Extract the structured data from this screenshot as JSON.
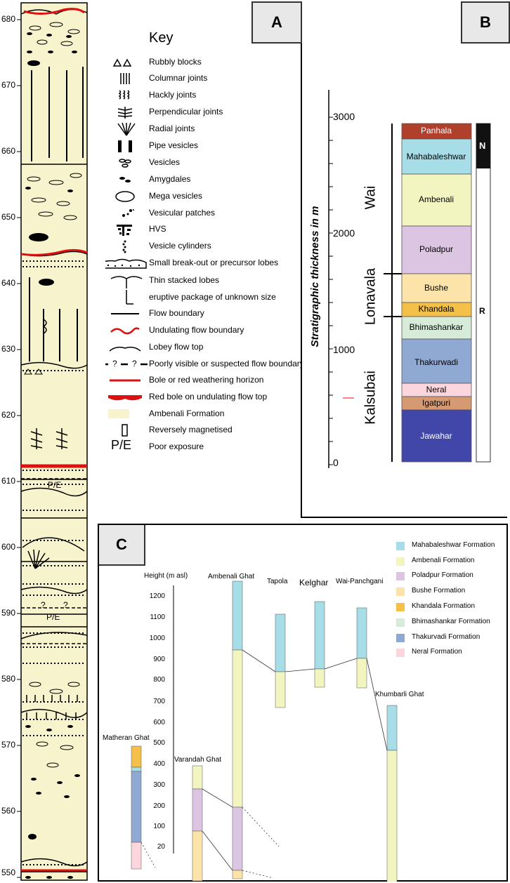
{
  "panels": {
    "a": "A",
    "b": "B",
    "c": "C"
  },
  "colors": {
    "ambenali_bg": "#f7f3cc",
    "red": "#dd1111",
    "mahabaleshwar": "#a6dde6",
    "ambenali": "#f3f5c0",
    "poladpur": "#dcc5e2",
    "bushe": "#fbe3aa",
    "khandala": "#f5c04a",
    "bhimashankar": "#d6ecd9",
    "thakurwadi": "#90a9d2",
    "neral": "#fbd6dc",
    "igatpuri": "#d69a72",
    "jawahar": "#4147a8",
    "panhala": "#b0402c"
  },
  "column": {
    "ticks": [
      "680",
      "670",
      "660",
      "650",
      "640",
      "630",
      "620",
      "610",
      "600",
      "590",
      "580",
      "570",
      "560",
      "550"
    ],
    "pe_labels": [
      "P/E",
      "P/E"
    ],
    "q_labels": [
      "?",
      "?"
    ]
  },
  "key": {
    "title": "Key",
    "items": [
      {
        "symbol": "triangle-icon",
        "label": "Rubbly blocks"
      },
      {
        "symbol": "columnar-icon",
        "label": "Columnar joints"
      },
      {
        "symbol": "hackly-icon",
        "label": "Hackly joints"
      },
      {
        "symbol": "perpendicular-icon",
        "label": "Perpendicular joints"
      },
      {
        "symbol": "radial-icon",
        "label": "Radial joints"
      },
      {
        "symbol": "pipe-icon",
        "label": "Pipe vesicles"
      },
      {
        "symbol": "vesicle-icon",
        "label": "Vesicles"
      },
      {
        "symbol": "amygdale-icon",
        "label": "Amygdales"
      },
      {
        "symbol": "mega-vesicle-icon",
        "label": "Mega vesicles"
      },
      {
        "symbol": "vesicular-patch-icon",
        "label": "Vesicular patches"
      },
      {
        "symbol": "hvs-icon",
        "label": "HVS"
      },
      {
        "symbol": "vesicle-cylinder-icon",
        "label": "Vesicle cylinders"
      },
      {
        "symbol": "breakout-icon",
        "label": "Small break-out or precursor lobes"
      },
      {
        "symbol": "thin-lobes-icon",
        "label": "Thin stacked lobes"
      },
      {
        "symbol": "eruptive-icon",
        "label": "eruptive package of unknown size"
      },
      {
        "symbol": "flow-boundary-icon",
        "label": "Flow boundary"
      },
      {
        "symbol": "undulating-icon",
        "label": "Undulating flow boundary"
      },
      {
        "symbol": "lobey-icon",
        "label": "Lobey flow top"
      },
      {
        "symbol": "dashed-boundary-icon",
        "label": "Poorly visible or suspected flow boundary"
      },
      {
        "symbol": "bole-icon",
        "label": "Bole or red weathering horizon"
      },
      {
        "symbol": "red-bole-icon",
        "label": "Red bole on undulating flow top"
      },
      {
        "symbol": "ambenali-swatch-icon",
        "label": "Ambenali Formation"
      },
      {
        "symbol": "reverse-mag-icon",
        "label": "Reversely magnetised"
      },
      {
        "symbol": "pe-icon",
        "label": "Poor exposure"
      }
    ],
    "dashed_q": "?",
    "pe_text": "P/E"
  },
  "panel_b": {
    "y_label": "Stratigraphic thickness in m",
    "ticks": [
      "3000",
      "2000",
      "1000",
      "0"
    ],
    "subgroups": [
      "Wai",
      "Lonavala",
      "Kalsubai"
    ],
    "formations": [
      "Panhala",
      "Mahabaleshwar",
      "Ambenali",
      "Poladpur",
      "Bushe",
      "Khandala",
      "Bhimashankar",
      "Thakurwadi",
      "Neral",
      "Igatpuri",
      "Jawahar"
    ],
    "polarity": [
      "N",
      "R"
    ]
  },
  "panel_c": {
    "y_title": "Height (m asl)",
    "y_ticks": [
      "1200",
      "1100",
      "1000",
      "900",
      "800",
      "700",
      "600",
      "500",
      "400",
      "300",
      "200",
      "100",
      "20"
    ],
    "sites": [
      "Matheran Ghat",
      "Varandah Ghat",
      "Ambenali Ghat",
      "Tapola",
      "Kelghar",
      "Wai-Panchgani",
      "Khumbarli Ghat"
    ],
    "legend": [
      "Mahabaleshwar Formation",
      "Ambenali Formation",
      "Poladpur Formation",
      "Bushe Formation",
      "Khandala Formation",
      "Bhimashankar Formation",
      "Thakurvadi Formation",
      "Neral Formation"
    ]
  }
}
